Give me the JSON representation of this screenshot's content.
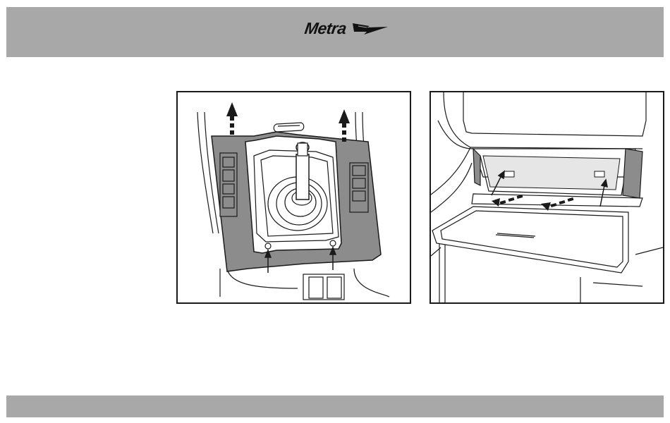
{
  "header": {
    "brand": "Metra",
    "logo_icon": "metra-lightning-bolt-logo"
  },
  "figures": [
    {
      "id": "shifter-trim-panel",
      "icon": "shifter-console-illustration"
    },
    {
      "id": "console-storage-pocket",
      "icon": "storage-pocket-illustration"
    }
  ],
  "colors": {
    "band": "#a8a8a8",
    "panel_shade": "#8c8c8c",
    "line": "#1a1a1a"
  }
}
